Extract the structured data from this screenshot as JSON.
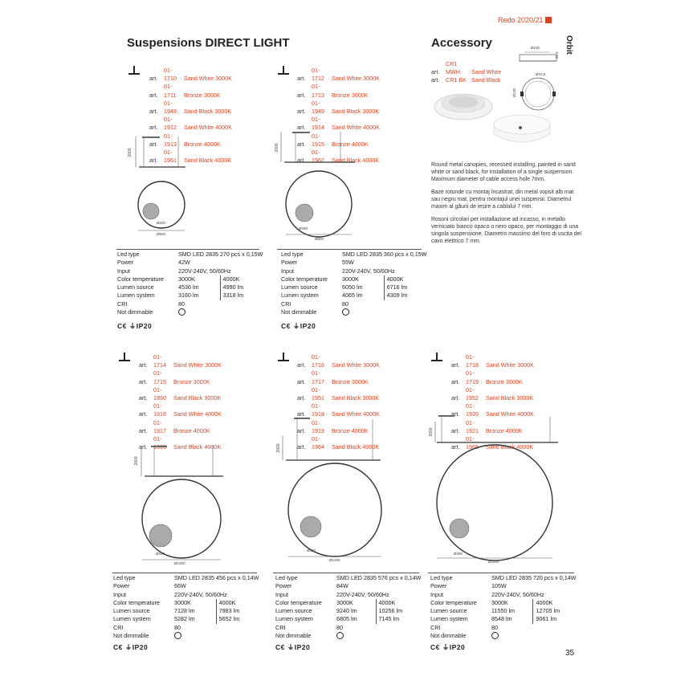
{
  "header": {
    "brand": "Redo 2020/21",
    "side_title": "Orbit",
    "accent": "#e0421f"
  },
  "titles": {
    "left": "Suspensions DIRECT LIGHT",
    "right": "Accessory"
  },
  "page_number": "35",
  "products": [
    {
      "articles": [
        {
          "a": "art.",
          "c": "01-1710",
          "n": "Sand White 3000K"
        },
        {
          "a": "art.",
          "c": "01-1711",
          "n": "Bronze 3000K"
        },
        {
          "a": "art.",
          "c": "01-1948",
          "n": "Sand Black 3000K"
        },
        {
          "a": "art.",
          "c": "01-1912",
          "n": "Sand White 4000K"
        },
        {
          "a": "art.",
          "c": "01-1913",
          "n": "Bronze 4000K"
        },
        {
          "a": "art.",
          "c": "01-1961",
          "n": "Sand Black 4000K"
        }
      ],
      "dims": {
        "height": "2000",
        "canopy": "Ø200",
        "diameter": "Ø600"
      },
      "specs": {
        "led_type": "SMD LED 2835 270 pcs x 0,15W",
        "power": "42W",
        "input": "220V-240V, 50/60Hz",
        "ct1": "3000K",
        "ct2": "4000K",
        "ls1": "4536 lm",
        "ls2": "4990 lm",
        "sys1": "3160 lm",
        "sys2": "3318 lm",
        "cri": "80"
      }
    },
    {
      "articles": [
        {
          "a": "art.",
          "c": "01-1712",
          "n": "Sand White 3000K"
        },
        {
          "a": "art.",
          "c": "01-1713",
          "n": "Bronze 3000K"
        },
        {
          "a": "art.",
          "c": "01-1949",
          "n": "Sand Black 3000K"
        },
        {
          "a": "art.",
          "c": "01-1914",
          "n": "Sand White 4000K"
        },
        {
          "a": "art.",
          "c": "01-1915",
          "n": "Bronze 4000K"
        },
        {
          "a": "art.",
          "c": "01-1962",
          "n": "Sand Black 4000K"
        }
      ],
      "dims": {
        "height": "2000",
        "canopy": "Ø250",
        "diameter": "Ø800"
      },
      "specs": {
        "led_type": "SMD LED 2835 360 pcs x 0,15W",
        "power": "55W",
        "input": "220V-240V, 50/60Hz",
        "ct1": "3000K",
        "ct2": "4000K",
        "ls1": "6050 lm",
        "ls2": "6716 lm",
        "sys1": "4065 lm",
        "sys2": "4309 lm",
        "cri": "80"
      }
    },
    {
      "articles": [
        {
          "a": "art.",
          "c": "01-1714",
          "n": "Sand White 3000K"
        },
        {
          "a": "art.",
          "c": "01-1715",
          "n": "Bronze 3000K"
        },
        {
          "a": "art.",
          "c": "01-1950",
          "n": "Sand Black 3000K"
        },
        {
          "a": "art.",
          "c": "01-1916",
          "n": "Sand White 4000K"
        },
        {
          "a": "art.",
          "c": "01-1917",
          "n": "Bronze 4000K"
        },
        {
          "a": "art.",
          "c": "01-1963",
          "n": "Sand Black 4000K"
        }
      ],
      "dims": {
        "height": "2000",
        "canopy": "Ø280",
        "diameter": "Ø1000"
      },
      "specs": {
        "led_type": "SMD LED 2835 456 pcs x 0,14W",
        "power": "66W",
        "input": "220V-240V, 50/60Hz",
        "ct1": "3000K",
        "ct2": "4000K",
        "ls1": "7128 lm",
        "ls2": "7983 lm",
        "sys1": "5282 lm",
        "sys2": "5652 lm",
        "cri": "80"
      }
    },
    {
      "articles": [
        {
          "a": "art.",
          "c": "01-1716",
          "n": "Sand White 3000K"
        },
        {
          "a": "art.",
          "c": "01-1717",
          "n": "Bronze 3000K"
        },
        {
          "a": "art.",
          "c": "01-1951",
          "n": "Sand Black 3000K"
        },
        {
          "a": "art.",
          "c": "01-1918",
          "n": "Sand White 4000K"
        },
        {
          "a": "art.",
          "c": "01-1919",
          "n": "Bronze 4000K"
        },
        {
          "a": "art.",
          "c": "01-1964",
          "n": "Sand Black 4000K"
        }
      ],
      "dims": {
        "height": "2000",
        "canopy": "Ø280",
        "diameter": "Ø1200"
      },
      "specs": {
        "led_type": "SMD LED 2835 576 pcs x 0,14W",
        "power": "84W",
        "input": "220V-240V, 50/60Hz",
        "ct1": "3000K",
        "ct2": "4000K",
        "ls1": "9240 lm",
        "ls2": "10256 lm",
        "sys1": "6805 lm",
        "sys2": "7145 lm",
        "cri": "80"
      }
    },
    {
      "articles": [
        {
          "a": "art.",
          "c": "01-1718",
          "n": "Sand White 3000K"
        },
        {
          "a": "art.",
          "c": "01-1719",
          "n": "Bronze 3000K"
        },
        {
          "a": "art.",
          "c": "01-1952",
          "n": "Sand Black 3000K"
        },
        {
          "a": "art.",
          "c": "01-1920",
          "n": "Sand White 4000K"
        },
        {
          "a": "art.",
          "c": "01-1921",
          "n": "Bronze 4000K"
        },
        {
          "a": "art.",
          "c": "01-1965",
          "n": "Sand Black 4000K"
        }
      ],
      "dims": {
        "height": "2000",
        "canopy": "Ø280",
        "diameter": "Ø1500"
      },
      "specs": {
        "led_type": "SMD LED 2835 720 pcs x 0,14W",
        "power": "105W",
        "input": "220V-240V, 50/60Hz",
        "ct1": "3000K",
        "ct2": "4000K",
        "ls1": "11550 lm",
        "ls2": "12705 lm",
        "sys1": "8548 lm",
        "sys2": "9061 lm",
        "cri": "80"
      }
    }
  ],
  "spec_labels": {
    "led_type": "Led type",
    "power": "Power",
    "input": "Input",
    "color_temp": "Color temperature",
    "lumen_source": "Lumen source",
    "lumen_system": "Lumen system",
    "cri": "CRI",
    "dimmable": "Not dimmable"
  },
  "certs": {
    "ce": "C€",
    "ip": "IP20"
  },
  "accessory": {
    "articles": [
      {
        "a": "art.",
        "c": "CR1 MWH",
        "n": "Sand White"
      },
      {
        "a": "art.",
        "c": "CR1 BK",
        "n": "Sand Black"
      }
    ],
    "dims": {
      "top": "Ø100",
      "side": "31,5",
      "hole": "Ø10,5",
      "diameter": "Ø130"
    },
    "description": [
      "Round metal canopies, recessed installing, painted in sand white or sand black, for installation of a single suspension. Maximum diameter of cable access hole 7mm.",
      "Baze rotunde cu montaj încastrat, din metal vopsit alb mat sau negru mat, pentru montajul unei suspensii. Diametrul maxim al găurii de ieșire a cablului 7 mm.",
      "Rosoni circolari per installazione ad incasso, in metallo verniciato bianco opaco o nero opaco, per montaggio di una singola sospensione. Diametro massimo del foro di uscita del cavo elettrico 7 mm."
    ]
  }
}
